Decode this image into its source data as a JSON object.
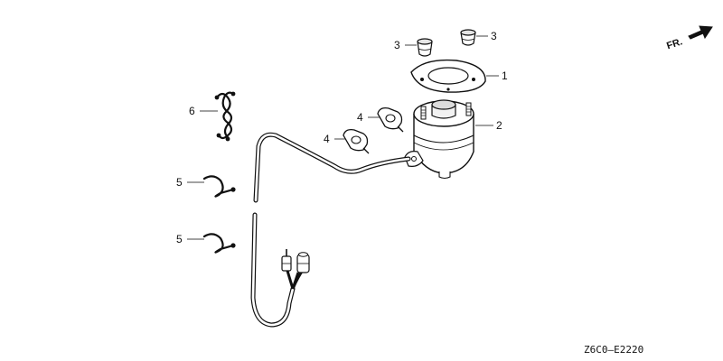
{
  "callouts": {
    "c1": "1",
    "c2": "2",
    "c3a": "3",
    "c3b": "3",
    "c4a": "4",
    "c4b": "4",
    "c5a": "5",
    "c5b": "5",
    "c6": "6"
  },
  "direction_label": "FR.",
  "diagram_code": "Z6C0—E2220",
  "icons": [
    "fr-arrow-icon"
  ],
  "colors": {
    "ink": "#111111",
    "leader": "#444444",
    "paper": "#ffffff"
  }
}
